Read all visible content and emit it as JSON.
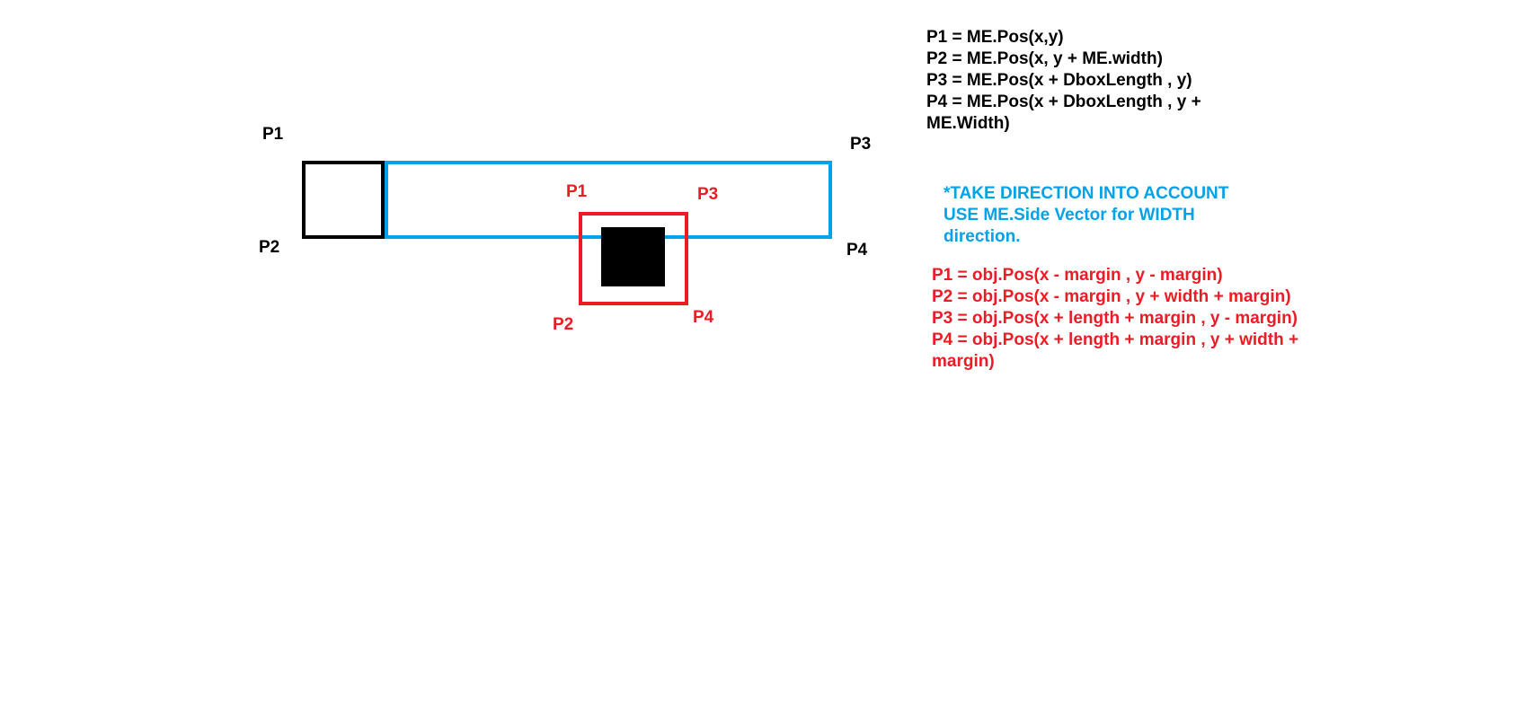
{
  "diagram": {
    "colors": {
      "black": "#000000",
      "blue": "#00a2e8",
      "red": "#ed1c24"
    },
    "me_labels": {
      "p1": "P1",
      "p2": "P2",
      "p3": "P3",
      "p4": "P4"
    },
    "obj_labels": {
      "p1": "P1",
      "p2": "P2",
      "p3": "P3",
      "p4": "P4"
    },
    "me_formulas": [
      "P1 = ME.Pos(x,y)",
      "P2 = ME.Pos(x, y + ME.width)",
      "P3 = ME.Pos(x + DboxLength , y)",
      "P4 = ME.Pos(x + DboxLength , y +",
      "ME.Width)"
    ],
    "direction_note": [
      "*TAKE DIRECTION INTO ACCOUNT",
      "USE ME.Side Vector for WIDTH",
      "direction."
    ],
    "obj_formulas": [
      "P1 = obj.Pos(x - margin , y - margin)",
      "P2 = obj.Pos(x - margin , y + width + margin)",
      "P3 = obj.Pos(x + length + margin , y - margin)",
      "P4 = obj.Pos(x + length + margin , y + width +",
      "margin)"
    ]
  }
}
